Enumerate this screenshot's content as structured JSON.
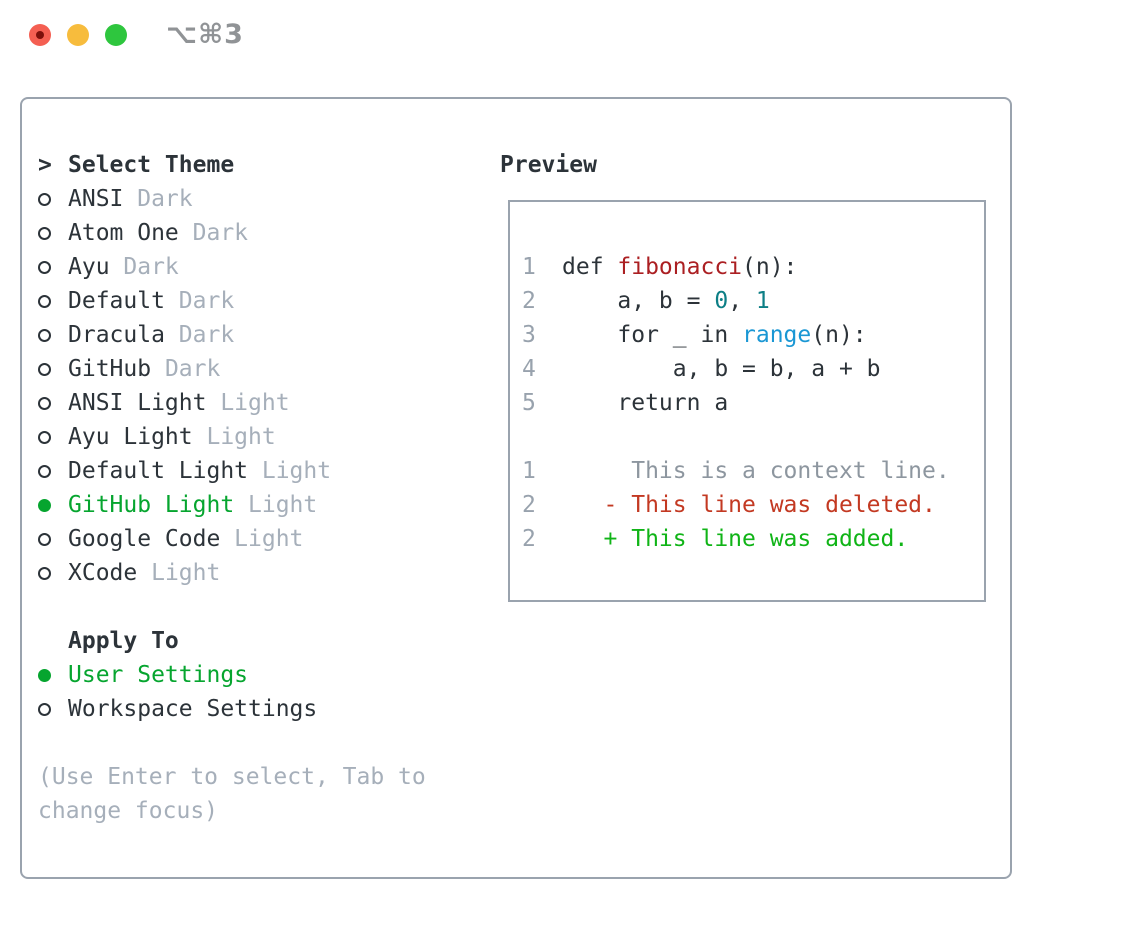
{
  "window": {
    "title": "⌥⌘3"
  },
  "colors": {
    "text_dark": "#2c3339",
    "text_muted": "#a6afba",
    "accent_green": "#06a52f",
    "border_gray": "#9aa3ae",
    "title_gray": "#909396",
    "line_number": "#98a2ad",
    "code_default": "#2c3339",
    "code_function": "#ab1f22",
    "code_number": "#0d7f86",
    "code_builtin": "#1a97d4",
    "diff_context": "#8d969f",
    "diff_deleted": "#c33922",
    "diff_added": "#10b417",
    "traffic_red": "#f45f52",
    "traffic_red_dot": "#7c100b",
    "traffic_yellow": "#f7bc3d",
    "traffic_green": "#2ec63e"
  },
  "theme_picker": {
    "prompt": ">",
    "title": "Select Theme",
    "themes": [
      {
        "name": "ANSI",
        "tag": "Dark",
        "selected": false
      },
      {
        "name": "Atom One",
        "tag": "Dark",
        "selected": false
      },
      {
        "name": "Ayu",
        "tag": "Dark",
        "selected": false
      },
      {
        "name": "Default",
        "tag": "Dark",
        "selected": false
      },
      {
        "name": "Dracula",
        "tag": "Dark",
        "selected": false
      },
      {
        "name": "GitHub",
        "tag": "Dark",
        "selected": false
      },
      {
        "name": "ANSI Light",
        "tag": "Light",
        "selected": false
      },
      {
        "name": "Ayu Light",
        "tag": "Light",
        "selected": false
      },
      {
        "name": "Default Light",
        "tag": "Light",
        "selected": false
      },
      {
        "name": "GitHub Light",
        "tag": "Light",
        "selected": true
      },
      {
        "name": "Google Code",
        "tag": "Light",
        "selected": false
      },
      {
        "name": "XCode",
        "tag": "Light",
        "selected": false
      }
    ],
    "apply_to": {
      "title": "Apply To",
      "options": [
        {
          "name": "User Settings",
          "selected": true
        },
        {
          "name": "Workspace Settings",
          "selected": false
        }
      ]
    },
    "help_lines": [
      "(Use Enter to select, Tab to",
      "change focus)"
    ]
  },
  "preview": {
    "title": "Preview",
    "lines": [
      {
        "ln": "1",
        "segments": [
          {
            "text": "def ",
            "style": "code"
          },
          {
            "text": "fibonacci",
            "style": "function"
          },
          {
            "text": "(n):",
            "style": "code"
          }
        ]
      },
      {
        "ln": "2",
        "segments": [
          {
            "text": "    a, b = ",
            "style": "code"
          },
          {
            "text": "0",
            "style": "number"
          },
          {
            "text": ", ",
            "style": "code"
          },
          {
            "text": "1",
            "style": "number"
          }
        ]
      },
      {
        "ln": "3",
        "segments": [
          {
            "text": "    for _ in ",
            "style": "code"
          },
          {
            "text": "range",
            "style": "builtin"
          },
          {
            "text": "(n):",
            "style": "code"
          }
        ]
      },
      {
        "ln": "4",
        "segments": [
          {
            "text": "        a, b = b, a + b",
            "style": "code"
          }
        ]
      },
      {
        "ln": "5",
        "segments": [
          {
            "text": "    return a",
            "style": "code"
          }
        ]
      },
      {
        "ln": "",
        "segments": []
      },
      {
        "ln": "1",
        "segments": [
          {
            "text": "     This is a context line.",
            "style": "context"
          }
        ]
      },
      {
        "ln": "2",
        "segments": [
          {
            "text": "   - This line was deleted.",
            "style": "deleted"
          }
        ]
      },
      {
        "ln": "2",
        "segments": [
          {
            "text": "   + This line was added.",
            "style": "added"
          }
        ]
      }
    ]
  }
}
